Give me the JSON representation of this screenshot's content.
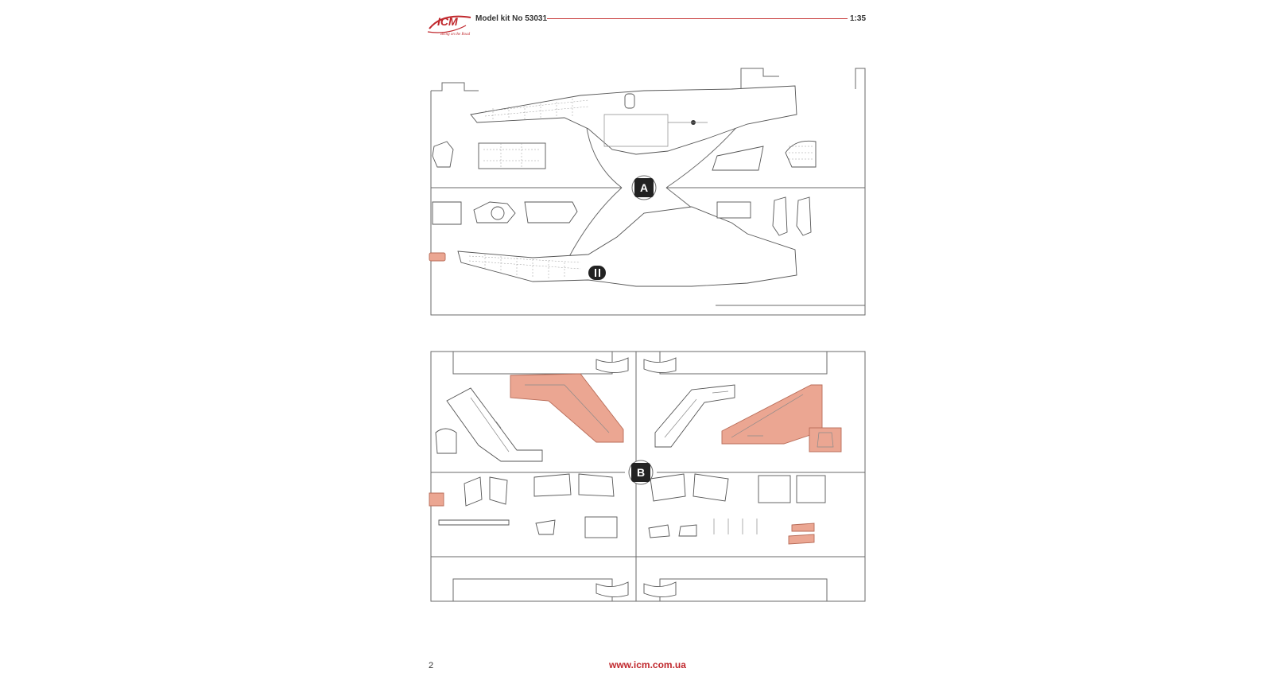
{
  "header": {
    "brand": "ICM",
    "tagline": "Being on the Road",
    "kit_title": "Model kit No 53031",
    "scale": "1:35"
  },
  "sprues": [
    {
      "label": "A"
    },
    {
      "label": "B"
    }
  ],
  "footer": {
    "page_number": "2",
    "site_url": "www.icm.com.ua"
  },
  "colors": {
    "accent": "#c0282d",
    "highlight_part": "#eba692",
    "sprue_line": "#6a6a6a"
  }
}
